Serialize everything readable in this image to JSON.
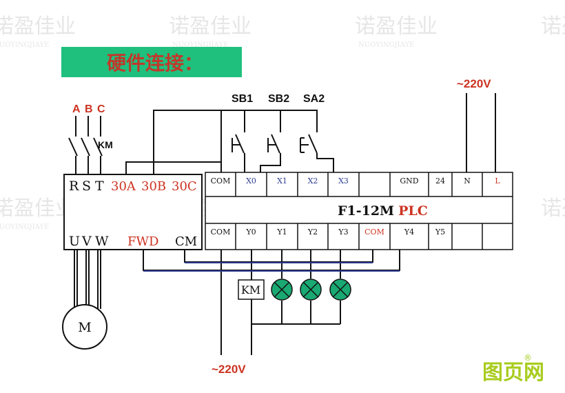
{
  "title": "硬件连接：",
  "watermark": {
    "text": "诺盈佳业",
    "sub": "NUOYINGJIAYE"
  },
  "logo": {
    "text": "图页网",
    "mark": "®"
  },
  "supply_top": "~220V",
  "supply_bottom": "~220V",
  "phases": [
    "A",
    "B",
    "C"
  ],
  "contactor_label": "KM",
  "switches": [
    "SB1",
    "SB2",
    "SA2"
  ],
  "inverter": {
    "inputs": [
      "R",
      "S",
      "T"
    ],
    "relay": [
      "30A",
      "30B",
      "30C"
    ],
    "outputs": [
      "U",
      "V",
      "W"
    ],
    "fwd": "FWD",
    "cm": "CM"
  },
  "motor": "M",
  "plc": {
    "model": "F1-12M",
    "brand": "PLC",
    "top_terminals": [
      "COM",
      "X0",
      "X1",
      "X2",
      "X3",
      "",
      "GND",
      "24",
      "N",
      "L"
    ],
    "bottom_terminals": [
      "COM",
      "Y0",
      "Y1",
      "Y2",
      "Y3",
      "COM",
      "Y4",
      "Y5",
      "",
      ""
    ]
  },
  "km_coil": "KM",
  "colors": {
    "title_bg": "#1fc07e",
    "title_text": "#c0392b",
    "red_text": "#cc3322",
    "blue_wire": "#2b3b8f",
    "lamp_fill": "#1aa873",
    "logo": "#a8cc1e"
  }
}
